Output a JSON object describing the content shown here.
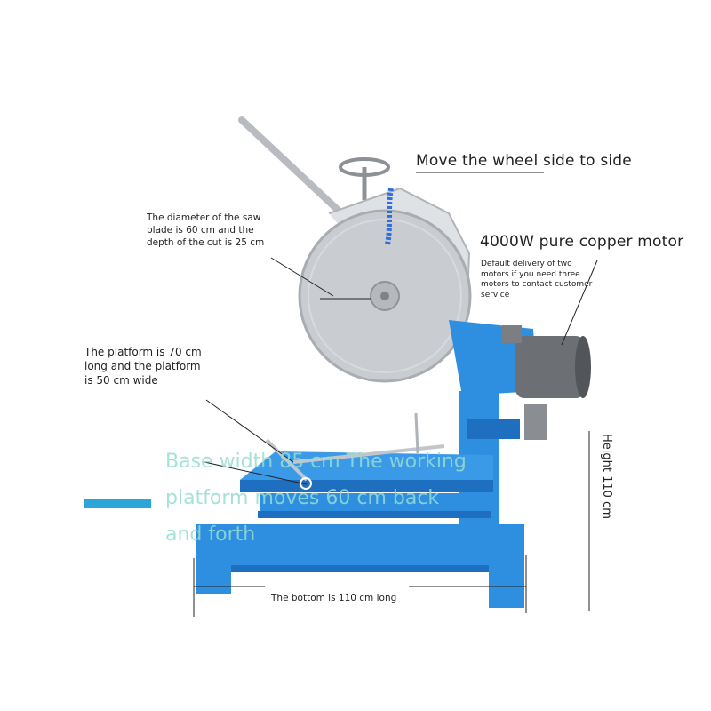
{
  "labels": {
    "wheel": "Move the wheel side to side",
    "blade": [
      "The diameter of the saw",
      "blade is 60 cm and the",
      "depth of the cut is 25 cm"
    ],
    "motor_title": "4000W pure copper motor",
    "motor_note": [
      "Default delivery of two",
      "motors if you need three",
      "motors to contact customer",
      "service"
    ],
    "platform": [
      "The platform is 70 cm",
      "long and the platform",
      "is 50 cm wide"
    ],
    "overlay": [
      "Base width 85 cm The working",
      "platform moves 60 cm back",
      "and forth"
    ],
    "height": "Height 110 cm",
    "bottom": "The bottom is 110 cm long"
  },
  "colors": {
    "machine_blue": "#2e8fe0",
    "machine_blue_dark": "#1f6fc0",
    "blade_gray": "#c9ccd0",
    "overlay_text": "#96dcd2"
  }
}
